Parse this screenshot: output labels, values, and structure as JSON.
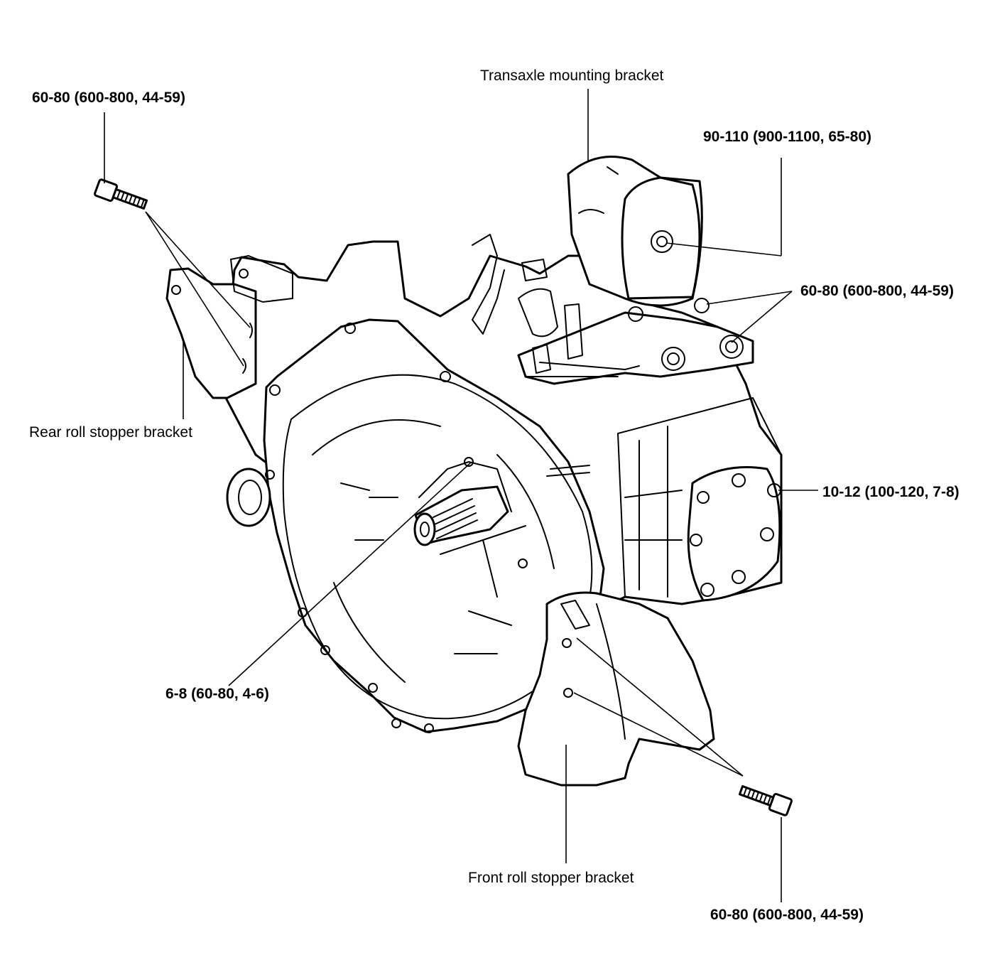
{
  "labels": {
    "transaxle_mounting_bracket": "Transaxle mounting bracket",
    "rear_roll_stopper_bracket": "Rear roll stopper bracket",
    "front_roll_stopper_bracket": "Front roll stopper bracket",
    "torque_rear_bolt": "60-80 (600-800, 44-59)",
    "torque_mount_center": "90-110 (900-1100, 65-80)",
    "torque_mount_bolts": "60-80 (600-800, 44-59)",
    "torque_cover": "10-12 (100-120, 7-8)",
    "torque_bellhousing": "6-8 (60-80, 4-6)",
    "torque_front_bolt": "60-80 (600-800, 44-59)"
  }
}
